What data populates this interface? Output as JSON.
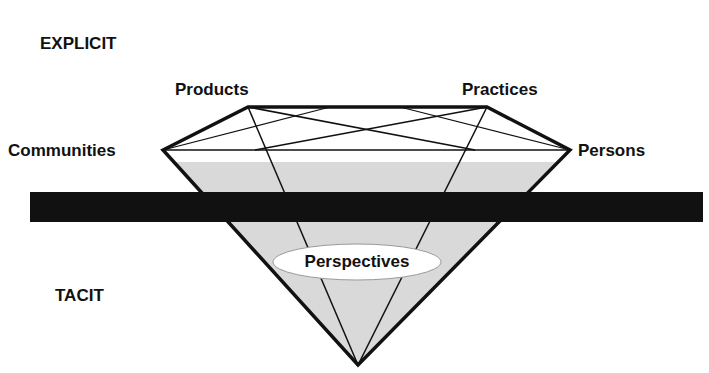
{
  "diagram": {
    "nodes": [
      {
        "text": [
          "Perspectives"
        ]
      }
    ],
    "labels": [
      "EXPLICIT",
      "Products",
      "Practices",
      "Communities",
      "Persons",
      "TACIT"
    ]
  }
}
